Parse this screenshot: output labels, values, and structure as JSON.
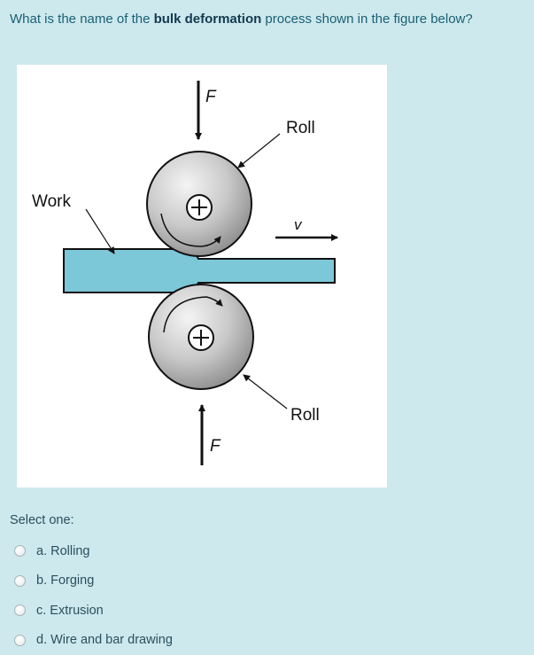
{
  "question": {
    "prefix": "What is the name of the ",
    "bold": "bulk deformation",
    "suffix": " process shown in the figure below?"
  },
  "figure": {
    "label_work": "Work",
    "label_roll_top": "Roll",
    "label_roll_bottom": "Roll",
    "label_force_top": "F",
    "label_force_bottom": "F",
    "label_velocity": "v",
    "colors": {
      "work": "#7cc7d8",
      "roll_light": "#eeeeee",
      "roll_dark": "#8e8e8e",
      "outline": "#111111"
    }
  },
  "prompt": "Select one:",
  "options": [
    {
      "label": "a. Rolling",
      "selected": false
    },
    {
      "label": "b. Forging",
      "selected": false
    },
    {
      "label": "c. Extrusion",
      "selected": false
    },
    {
      "label": "d. Wire and bar drawing",
      "selected": false
    }
  ]
}
